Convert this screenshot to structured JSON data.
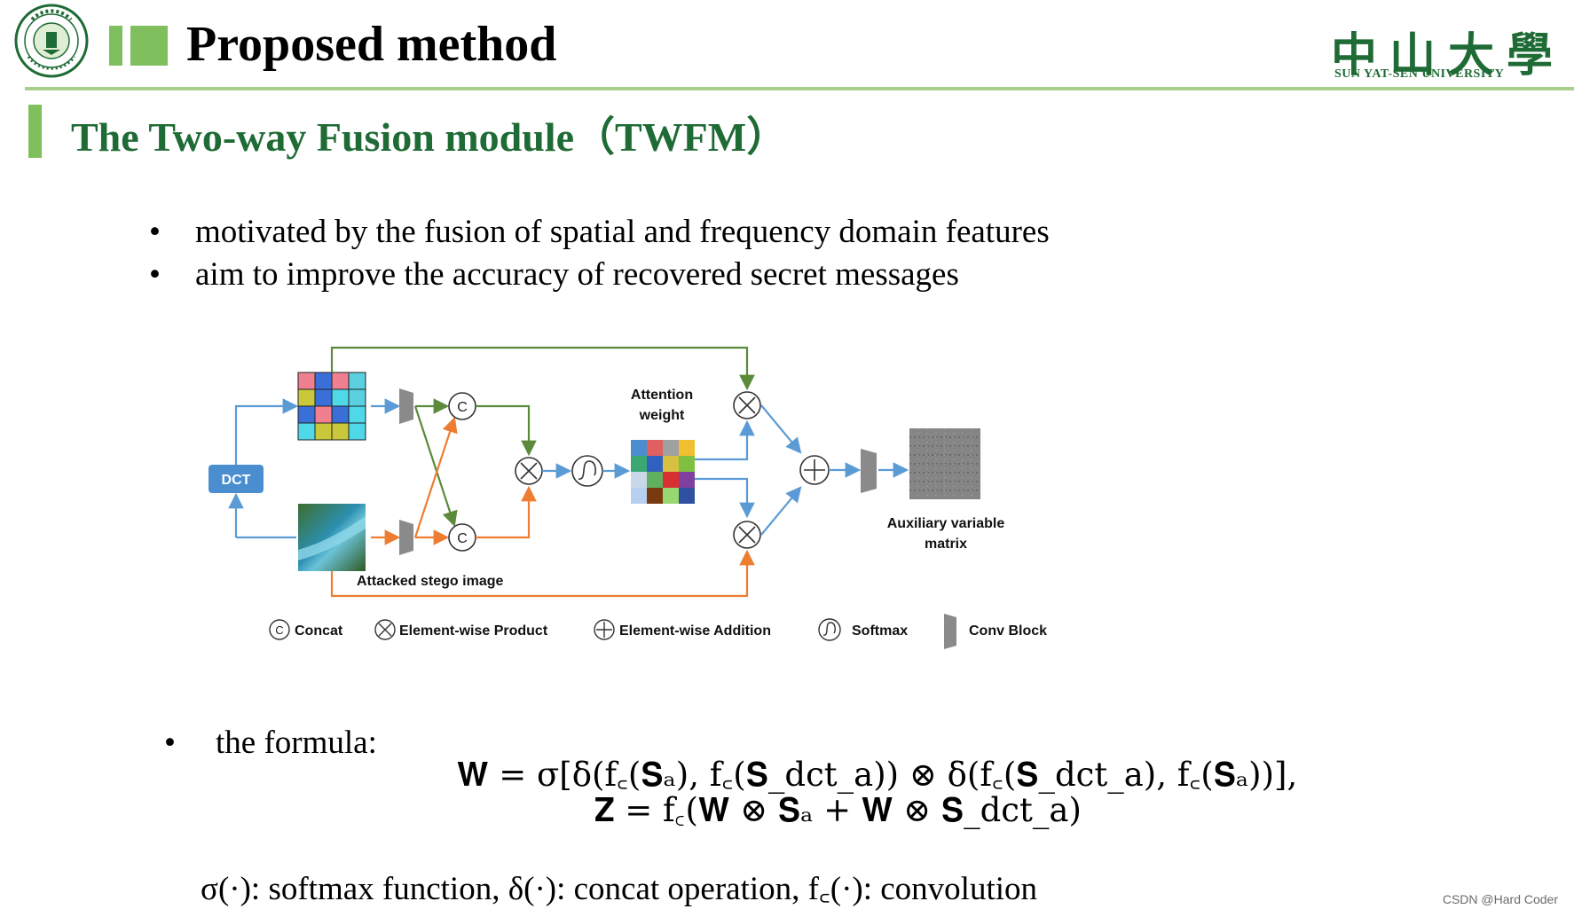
{
  "header": {
    "title": "Proposed method",
    "university_cn": "中山大學",
    "university_en": "SUN YAT-SEN UNIVERSITY",
    "logo_text": "中山大學 SUN YAT-SEN UNIVERSITY",
    "accent_color": "#7fbf5e",
    "brand_color": "#1f6b35"
  },
  "section": {
    "title": "The Two-way Fusion module（TWFM）"
  },
  "bullets": [
    "motivated by the fusion of spatial and frequency domain features",
    "aim to improve the accuracy of recovered secret messages"
  ],
  "figure": {
    "dct_label": "DCT",
    "attention_label_line1": "Attention",
    "attention_label_line2": "weight",
    "stego_label": "Attacked stego image",
    "output_label_line1": "Auxiliary variable",
    "output_label_line2": "matrix",
    "concat_symbol": "C",
    "legend": {
      "concat": "Concat",
      "product": "Element-wise Product",
      "addition": "Element-wise Addition",
      "softmax": "Softmax",
      "conv": "Conv Block"
    },
    "colors": {
      "spatial_arrow": "#5b9bd5",
      "green_arrow": "#5a8a3a",
      "orange_arrow": "#ed7d31"
    }
  },
  "formula": {
    "label": "the formula:",
    "eq1": "𝐖 = σ[δ(f꜀(𝐒ₐ), f꜀(𝐒_dct_a)) ⊗ δ(f꜀(𝐒_dct_a), f꜀(𝐒ₐ))],",
    "eq2": "𝐙 = f꜀(𝐖 ⊗ 𝐒ₐ + 𝐖 ⊗ 𝐒_dct_a)",
    "notation": "σ(·): softmax function,  δ(·): concat operation,  f꜀(·): convolution"
  },
  "watermark": "CSDN @Hard Coder"
}
